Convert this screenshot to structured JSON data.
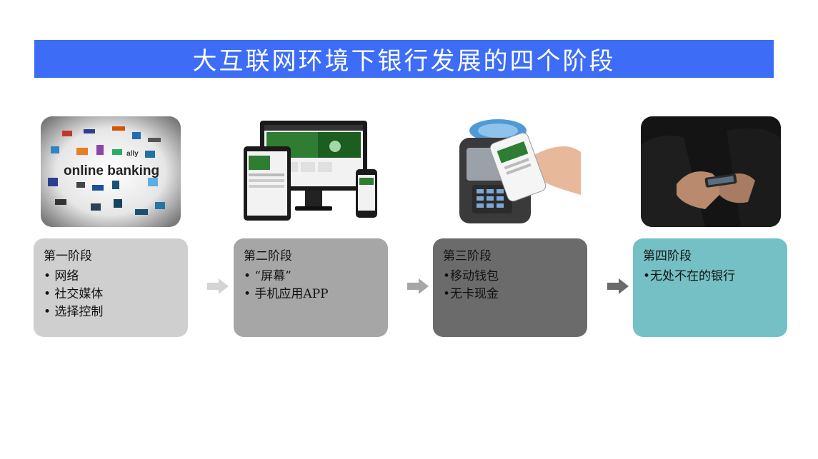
{
  "title": "大互联网环境下银行发展的四个阶段",
  "image1_text": "online banking",
  "stages": [
    {
      "heading": "第一阶段",
      "items": [
        "• 网络",
        "• 社交媒体",
        "• 选择控制"
      ]
    },
    {
      "heading": "第二阶段",
      "items": [
        "• “屏幕”",
        "• 手机应用APP"
      ]
    },
    {
      "heading": "第三阶段",
      "items": [
        "•移动钱包",
        "•无卡现金"
      ]
    },
    {
      "heading": "第四阶段",
      "items": [
        "•无处不在的银行"
      ]
    }
  ],
  "colors": {
    "title_bg": "#3d6cf7",
    "stage1": "#cfcfcf",
    "stage2": "#a6a6a6",
    "stage3": "#6b6b6b",
    "stage4": "#74c0c4",
    "arrow1": "#d4d4d4",
    "arrow2": "#a6a6a6",
    "arrow3": "#6b6b6b"
  }
}
